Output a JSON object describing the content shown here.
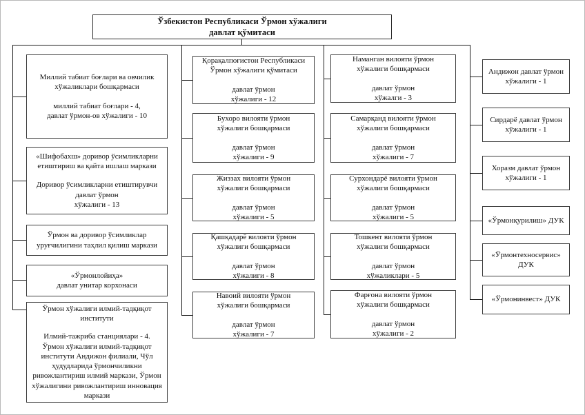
{
  "title": "Ўзбекистон Республикаси Ўрмон хўжалиги\nдавлат қўмитаси",
  "colors": {
    "connector": "#1a1a1a",
    "box_border": "#3a3a3a",
    "background": "#ffffff"
  },
  "columns": [
    {
      "id": "central-organizations",
      "boxes": [
        {
          "name": "Миллий табиат боғлари ва овчилик\nхўжаликлари бошқармаси",
          "detail": "миллий табиат боғлари - 4,\nдавлат ўрмон-ов хўжалиги - 10"
        },
        {
          "name": "«Шифобахш» доривор ўсимликларни\nетиштириш ва қайта ишлаш маркази",
          "detail": "Доривор ўсимликларни етиштирувчи\nдавлат ўрмон\nхўжалиги - 13"
        },
        {
          "name": "Ўрмон ва доривор ўсимликлар\nуруғчилигини таҳлил қилиш маркази",
          "detail": ""
        },
        {
          "name": "«Ўрмонлойиҳа»\nдавлат унитар корхонаси",
          "detail": ""
        },
        {
          "name": "Ўрмон хўжалиги илмий-тадқиқот\nинститути",
          "detail": "Илмий-тажриба станциялари - 4.\nЎрмон хўжалиги илмий-тадқиқот\nинститути Андижон филиали, Чўл\nҳудудларида ўрмончиликни\nривожлантириш илмий маркази, Ўрмон\nхўжалигини ривожлантириш инновация\nмаркази"
        }
      ]
    },
    {
      "id": "regional-departments-west",
      "boxes": [
        {
          "name": "Қорақалпоғистон Республикаси\nЎрмон хўжалиги қўмитаси",
          "detail": "давлат ўрмон\nхўжалиги - 12"
        },
        {
          "name": "Бухоро вилояти ўрмон\nхўжалиги бошқармаси",
          "detail": "давлат ўрмон\nхўжалиги - 9"
        },
        {
          "name": "Жиззах вилояти ўрмон\nхўжалиги бошқармаси",
          "detail": "давлат ўрмон\nхўжалиги - 5"
        },
        {
          "name": "Қашқадарё вилояти ўрмон\nхўжалиги бошқармаси",
          "detail": "давлат ўрмон\nхўжалиги - 8"
        },
        {
          "name": "Навоий вилояти ўрмон\nхўжалиги бошқармаси",
          "detail": "давлат ўрмон\nхўжалиги - 7"
        }
      ]
    },
    {
      "id": "regional-departments-east",
      "boxes": [
        {
          "name": "Наманган вилояти ўрмон\nхўжалиги бошқармаси",
          "detail": "давлат ўрмон\nхўжалги - 3"
        },
        {
          "name": "Самарқанд вилояти ўрмон\nхўжалиги бошқармаси",
          "detail": "давлат ўрмон\nхўжалиги - 7"
        },
        {
          "name": "Сурхондарё вилояти ўрмон\nхўжалиги бошқармаси",
          "detail": "давлат ўрмон\nхўжалиги - 5"
        },
        {
          "name": "Тошкент вилояти ўрмон\nхўжалиги бошқармаси",
          "detail": "давлат ўрмон\nхўжаликлари - 5"
        },
        {
          "name": "Фарғона вилояти ўрмон\nхўжалиги бошқармаси",
          "detail": "давлат ўрмон\nхўжалиги - 2"
        }
      ]
    },
    {
      "id": "state-forestry-enterprises",
      "boxes": [
        {
          "name": "Андижон давлат ўрмон\nхўжалиги - 1",
          "detail": ""
        },
        {
          "name": "Сирдарё давлат ўрмон\nхўжалиги - 1",
          "detail": ""
        },
        {
          "name": "Хоразм давлат ўрмон\nхўжалиги - 1",
          "detail": ""
        },
        {
          "name": "«Ўрмонқурилиш» ДУК",
          "detail": ""
        },
        {
          "name": "«Ўрмонтехносервис»\nДУК",
          "detail": ""
        },
        {
          "name": "«Ўрмонинвест» ДУК",
          "detail": ""
        }
      ]
    }
  ]
}
